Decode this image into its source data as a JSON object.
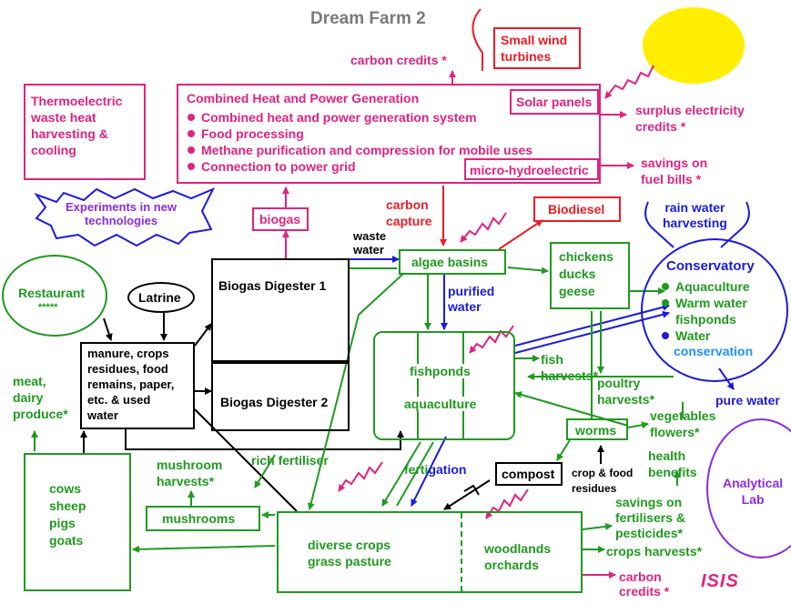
{
  "title": "Dream Farm 2",
  "colors": {
    "green": "#1f9a1f",
    "pink": "#e0237f",
    "red": "#ee1c24",
    "blue": "#1a1ae0",
    "purple": "#8b2be2",
    "sun": "#ffee00"
  },
  "chp": {
    "heading": "Combined Heat and Power Generation",
    "items": [
      "Combined heat and power generation system",
      "Food processing",
      "Methane purification and compression for mobile uses",
      "Connection to power grid"
    ],
    "solar": "Solar panels",
    "micro_hydro": "micro-hydroelectric"
  },
  "thermo": "Thermoelectric\nwaste heat\nharvesting &\ncooling",
  "experiments": "Experiments in new\ntechnologies",
  "carbon_credits_top": "carbon credits *",
  "wind": "Small wind\nturbines",
  "surplus": "surplus electricity\ncredits *",
  "savings_fuel": "savings on\nfuel bills *",
  "biogas": "biogas",
  "carbon_capture": "carbon\ncapture",
  "biodiesel": "Biodiesel",
  "rain_water": "rain water\nharvesting",
  "conservatory": {
    "title": "Conservatory",
    "items": [
      "Aquaculture",
      "Warm water\nfishponds",
      "Water"
    ],
    "last": "conservation"
  },
  "restaurant": {
    "label": "Restaurant",
    "stars": "*****"
  },
  "latrine": "Latrine",
  "digester1": "Biogas Digester 1",
  "digester2": "Biogas Digester 2",
  "waste_water": "waste\nwater",
  "algae": "algae basins",
  "purified": "purified\nwater",
  "poultry": "chickens\nducks\ngeese",
  "manure": "manure, crops\nresidues, food\nremains, paper,\netc. &  used\nwater",
  "fishponds": "fishponds",
  "aquaculture": "aquaculture",
  "fish_harvests": "fish\nharvests*",
  "poultry_harvests": "poultry\nharvests*",
  "pure_water": "pure water",
  "worms": "worms",
  "vegetables": "vegetables\nflowers*",
  "meat": "meat,\ndairy\nproduce*",
  "rich_fertiliser": "rich fertiliser",
  "health": "health\nbenefits",
  "analytical": "Analytical\nLab",
  "mushroom_harvests": "mushroom\nharvests*",
  "fertigation_a": "ferti",
  "fertigation_b": "gation",
  "compost": "compost",
  "crop_food": "crop & food\nresidues",
  "animals": "cows\nsheep\npigs\ngoats",
  "mushrooms": "mushrooms",
  "savings_fert": "savings on\nfertilisers &\npesticides*",
  "diverse": "diverse crops\ngrass pasture",
  "woodlands": "woodlands\norchards",
  "crops_harvests": "crops harvests*",
  "carbon_credits_bottom": "carbon\ncredits *",
  "logo": "ISIS"
}
